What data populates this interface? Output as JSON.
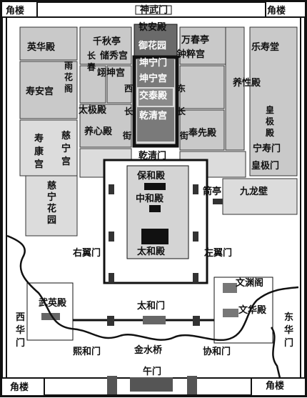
{
  "map": {
    "corner_towers": {
      "nw": "角楼",
      "ne": "角楼",
      "sw": "角楼",
      "se": "角楼"
    },
    "gates": {
      "shenwu": "神武门",
      "qianqing": "乾清门",
      "taihe": "太和门",
      "wu": "午门",
      "you_yi": "右翼门",
      "zuo_yi": "左翼门",
      "xihe": "熙和门",
      "xiehe": "协和门",
      "xi_hua_1": "西",
      "xi_hua_2": "华",
      "xi_hua_3": "门",
      "dong_hua_1": "东",
      "dong_hua_2": "华",
      "dong_hua_3": "门",
      "ningshou": "宁寿门",
      "huangji_men": "皇极门"
    },
    "halls": {
      "qin_an": "钦安殿",
      "yu_hua_yuan": "御花园",
      "qian_qiu": "千秋亭",
      "wan_chun": "万春亭",
      "chu_xiu": "储秀宫",
      "zhong_cui": "钟粹宫",
      "yi_kun": "翊坤宫",
      "kun_ning_1": "坤宁门",
      "kun_ning_2": "坤宁宫",
      "jiao_tai": "交泰殿",
      "qian_qing": "乾清宫",
      "ying_hua": "英华殿",
      "shou_an": "寿安宫",
      "tai_ji": "太极殿",
      "yang_xin": "养心殿",
      "shou_kang_1": "寿",
      "shou_kang_2": "康",
      "shou_kang_3": "宫",
      "ci_ning_1": "慈",
      "ci_ning_2": "宁",
      "ci_ning_3": "宫",
      "ci_ning_garden_1": "慈",
      "ci_ning_garden_2": "宁",
      "ci_ning_garden_3": "花",
      "ci_ning_garden_4": "园",
      "yu_hua_ge_1": "雨",
      "yu_hua_ge_2": "花",
      "yu_hua_ge_3": "阁",
      "le_shou": "乐寿堂",
      "yang_xing": "养性殿",
      "huang_ji_1": "皇",
      "huang_ji_2": "极",
      "huang_ji_3": "殿",
      "feng_xian": "奉先殿",
      "jian_ting": "箭亭",
      "jiu_long_bi": "九龙壁",
      "bao_he": "保和殿",
      "zhong_he": "中和殿",
      "tai_he": "太和殿",
      "wu_ying": "武英殿",
      "wen_yuan": "文渊阁",
      "wen_hua": "文华殿",
      "jin_shui": "金水桥",
      "chang_w_1": "长",
      "chang_w_2": "春",
      "chang_e_1": "东",
      "chang_e_2": "长",
      "xi_chang_1": "西",
      "xi_chang_2": "长",
      "jie_w": "街",
      "jie_e": "街"
    }
  }
}
